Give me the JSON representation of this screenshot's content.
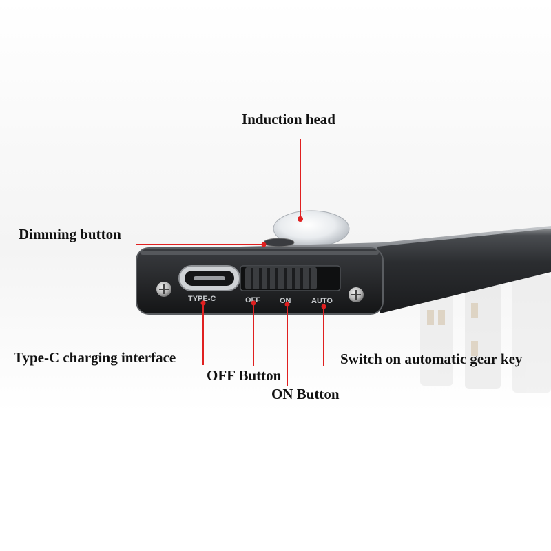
{
  "callouts": {
    "induction_head": "Induction head",
    "dimming_button": "Dimming button",
    "type_c_interface": "Type-C charging interface",
    "off_button": "OFF Button",
    "on_button": "ON Button",
    "auto_switch": "Switch on automatic gear key"
  },
  "device_markings": {
    "type_c": "TYPE-C",
    "off": "OFF",
    "on": "ON",
    "auto": "AUTO"
  },
  "colors": {
    "pointer": "#e02020",
    "device_body": "#2b2d30",
    "background": "#ffffff"
  }
}
